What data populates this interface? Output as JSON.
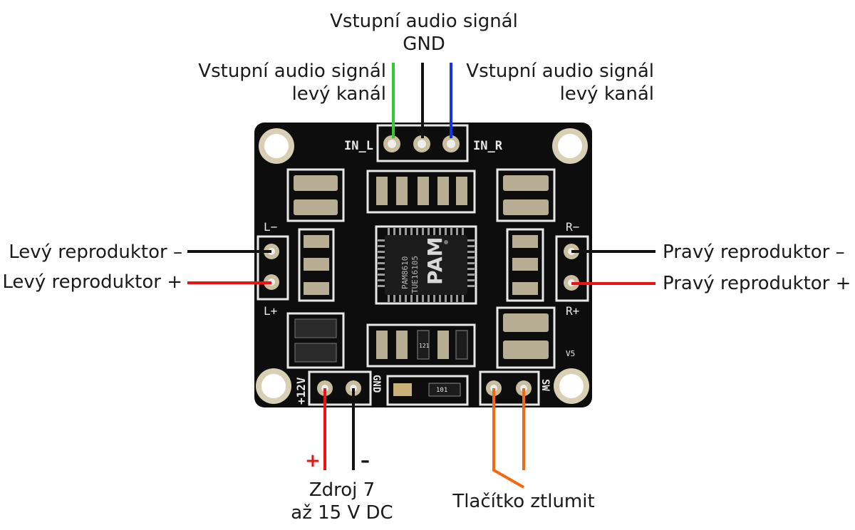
{
  "labels": {
    "input_gnd_line1": "Vstupní audio signál",
    "input_gnd_line2": "GND",
    "input_left_line1": "Vstupní audio signál",
    "input_left_line2": "levý kanál",
    "input_right_line1": "Vstupní audio signál",
    "input_right_line2": "levý kanál",
    "left_speaker_minus": "Levý reproduktor –",
    "left_speaker_plus": "Levý reproduktor +",
    "right_speaker_minus": "Pravý reproduktor –",
    "right_speaker_plus": "Pravý reproduktor +",
    "power_line1": "Zdroj 7",
    "power_line2": "až 15 V DC",
    "power_plus_sign": "+",
    "power_minus_sign": "–",
    "mute_button": "Tlačítko ztlumit"
  },
  "silkscreen": {
    "in_l": "IN_L",
    "in_r": "IN_R",
    "l_minus": "L−",
    "l_plus": "L+",
    "r_minus": "R−",
    "r_plus": "R+",
    "v12": "+12V",
    "gnd": "GND",
    "sw": "SW",
    "v5": "V5",
    "chip_brand": "PAM",
    "chip_model": "PAM8610",
    "chip_batch": "TUE16105",
    "res_121": "121",
    "res_101": "101"
  },
  "colors": {
    "wire_green": "#2ecc2e",
    "wire_black": "#111111",
    "wire_blue": "#1133ee",
    "wire_red": "#ee1111",
    "wire_orange": "#f26a10",
    "board": "#0d0d0d",
    "silk": "#e8e8e8"
  }
}
